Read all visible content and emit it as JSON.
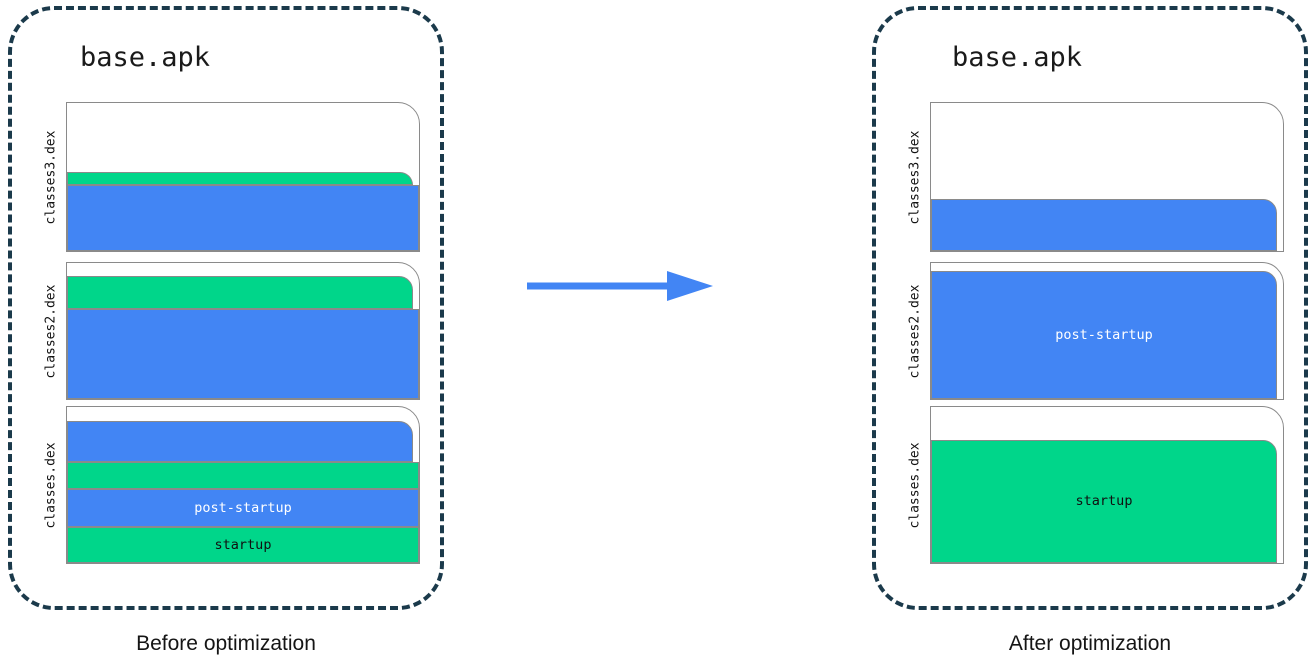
{
  "colors": {
    "blue": "#4285f4",
    "green": "#00d68a",
    "panel_border": "#1b3a4b",
    "card_border": "#8a8a8a",
    "arrow": "#4285f4",
    "background": "#ffffff"
  },
  "diagram": {
    "type": "before-after-comparison",
    "arrow_icon": "right-arrow-icon"
  },
  "before": {
    "title": "base.apk",
    "caption": "Before optimization",
    "dex_files": [
      {
        "label": "classes3.dex",
        "bands": [
          {
            "kind": "empty",
            "color": "none",
            "text": "",
            "fraction": 0.47
          },
          {
            "kind": "startup",
            "color": "green",
            "text": "",
            "fraction": 0.09
          },
          {
            "kind": "post-startup",
            "color": "blue",
            "text": "",
            "fraction": 0.44
          }
        ]
      },
      {
        "label": "classes2.dex",
        "bands": [
          {
            "kind": "empty",
            "color": "none",
            "text": "",
            "fraction": 0.11
          },
          {
            "kind": "startup",
            "color": "green",
            "text": "",
            "fraction": 0.24
          },
          {
            "kind": "post-startup",
            "color": "blue",
            "text": "",
            "fraction": 0.65
          }
        ]
      },
      {
        "label": "classes.dex",
        "bands": [
          {
            "kind": "empty",
            "color": "none",
            "text": "",
            "fraction": 0.1
          },
          {
            "kind": "post-startup",
            "color": "blue",
            "text": "",
            "fraction": 0.26
          },
          {
            "kind": "startup",
            "color": "green",
            "text": "",
            "fraction": 0.17
          },
          {
            "kind": "post-startup",
            "color": "blue",
            "text": "post-startup",
            "fraction": 0.24
          },
          {
            "kind": "startup",
            "color": "green",
            "text": "startup",
            "fraction": 0.23
          }
        ]
      }
    ]
  },
  "after": {
    "title": "base.apk",
    "caption": "After optimization",
    "dex_files": [
      {
        "label": "classes3.dex",
        "bands": [
          {
            "kind": "empty",
            "color": "none",
            "text": "",
            "fraction": 0.65
          },
          {
            "kind": "post-startup",
            "color": "blue",
            "text": "",
            "fraction": 0.35
          }
        ]
      },
      {
        "label": "classes2.dex",
        "bands": [
          {
            "kind": "empty",
            "color": "none",
            "text": "",
            "fraction": 0.07
          },
          {
            "kind": "post-startup",
            "color": "blue",
            "text": "post-startup",
            "fraction": 0.93
          }
        ]
      },
      {
        "label": "classes.dex",
        "bands": [
          {
            "kind": "empty",
            "color": "none",
            "text": "",
            "fraction": 0.22
          },
          {
            "kind": "startup",
            "color": "green",
            "text": "startup",
            "fraction": 0.78
          }
        ]
      }
    ]
  }
}
